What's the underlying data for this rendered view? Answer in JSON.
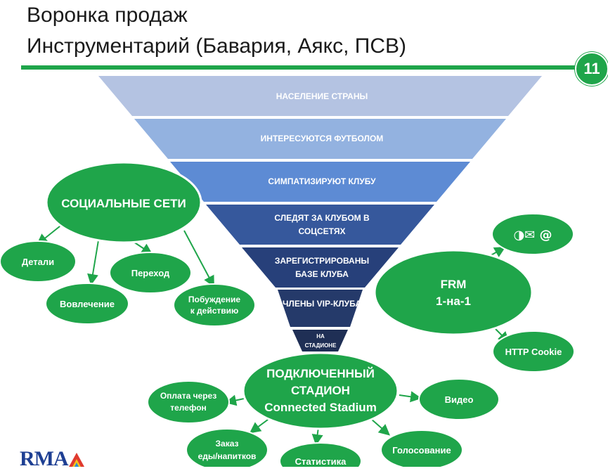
{
  "header": {
    "title_line1": "Воронка продаж",
    "title_line2": "Инструментарий (Бавария, Аякс, ПСВ)",
    "slide_number": "11"
  },
  "funnel": {
    "levels": [
      {
        "lines": [
          "НАСЕЛЕНИЕ СТРАНЫ"
        ],
        "color": "#b4c3e2"
      },
      {
        "lines": [
          "ИНТЕРЕСУЮТСЯ ФУТБОЛОМ"
        ],
        "color": "#93b2e0"
      },
      {
        "lines": [
          "СИМПАТИЗИРУЮТ КЛУБУ"
        ],
        "color": "#5d8bd4"
      },
      {
        "lines": [
          "СЛЕДЯТ ЗА КЛУБОМ В",
          "СОЦСЕТЯХ"
        ],
        "color": "#36589c"
      },
      {
        "lines": [
          "ЗАРЕГИСТРИРОВАНЫ",
          "БАЗЕ КЛУБА"
        ],
        "color": "#27407a"
      },
      {
        "lines": [
          "ЧЛЕНЫ VIP-КЛУБА"
        ],
        "color": "#253a6a"
      },
      {
        "lines": [
          "НА",
          "СТАДИОНЕ"
        ],
        "color": "#1f2f55"
      }
    ]
  },
  "social": {
    "title": "СОЦИАЛЬНЫЕ СЕТИ",
    "children": [
      "Детали",
      "Вовлечение",
      "Переход",
      "Побуждение к действию"
    ],
    "child_lines": {
      "incentive": [
        "Побуждение",
        "к действию"
      ]
    }
  },
  "frm": {
    "title": "FRM",
    "subtitle": "1-на-1",
    "children": [
      "◑✉ @",
      "HTTP Cookie"
    ]
  },
  "stadium": {
    "lines": [
      "ПОДКЛЮЧЕННЫЙ",
      "СТАДИОН",
      "Connected Stadium"
    ],
    "children": {
      "payment": [
        "Оплата через",
        "телефон"
      ],
      "order": [
        "Заказ",
        "еды/напитков"
      ],
      "stats": [
        "Статистика"
      ],
      "video": [
        "Видео"
      ],
      "voting": [
        "Голосование"
      ]
    }
  },
  "colors": {
    "green": "#1fa54a",
    "accent_line": "#1fa54a"
  },
  "logo": {
    "text": "RMA"
  }
}
